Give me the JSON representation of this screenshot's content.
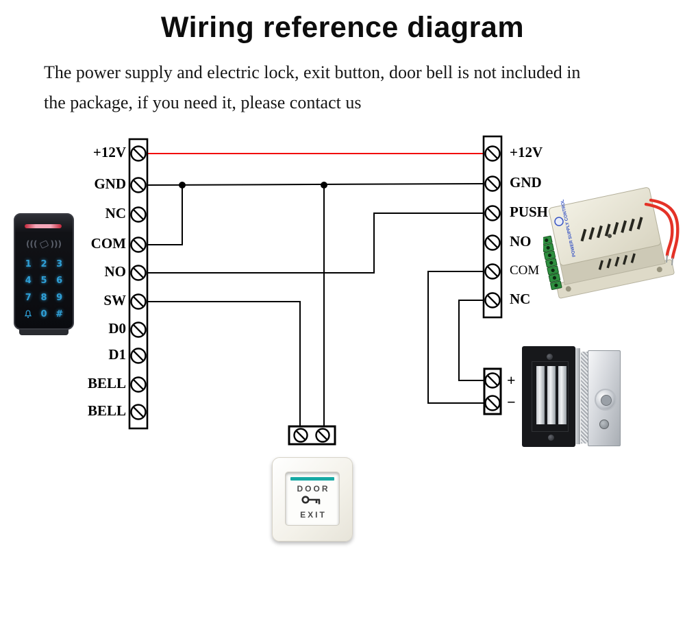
{
  "title": "Wiring reference diagram",
  "subtitle": {
    "line1": "The power supply and electric lock, exit button, door bell is not included in",
    "line2": "the package, if you need it, please contact us"
  },
  "left_terminal": {
    "labels": [
      "+12V",
      "GND",
      "NC",
      "COM",
      "NO",
      "SW",
      "D0",
      "D1",
      "BELL",
      "BELL"
    ]
  },
  "right_terminal": {
    "labels": [
      "+12V",
      "GND",
      "PUSH",
      "NO",
      "COM",
      "NC"
    ]
  },
  "lock_terminal": {
    "labels": [
      "+",
      "−"
    ]
  },
  "keypad": {
    "keys": [
      "1",
      "2",
      "3",
      "4",
      "5",
      "6",
      "7",
      "8",
      "9",
      "0",
      "#"
    ]
  },
  "exit_button": {
    "door": "DOOR",
    "exit": "EXIT"
  },
  "psu": {
    "label": "POWER SUPPLY CONTROL"
  },
  "colors": {
    "power_wire": "#f20c0c",
    "signal_wire": "#000000",
    "exit_stripe": "#17a9a4",
    "keypad_digit": "#2f9fd6",
    "led_bar_pink": "#f4a7b9"
  }
}
